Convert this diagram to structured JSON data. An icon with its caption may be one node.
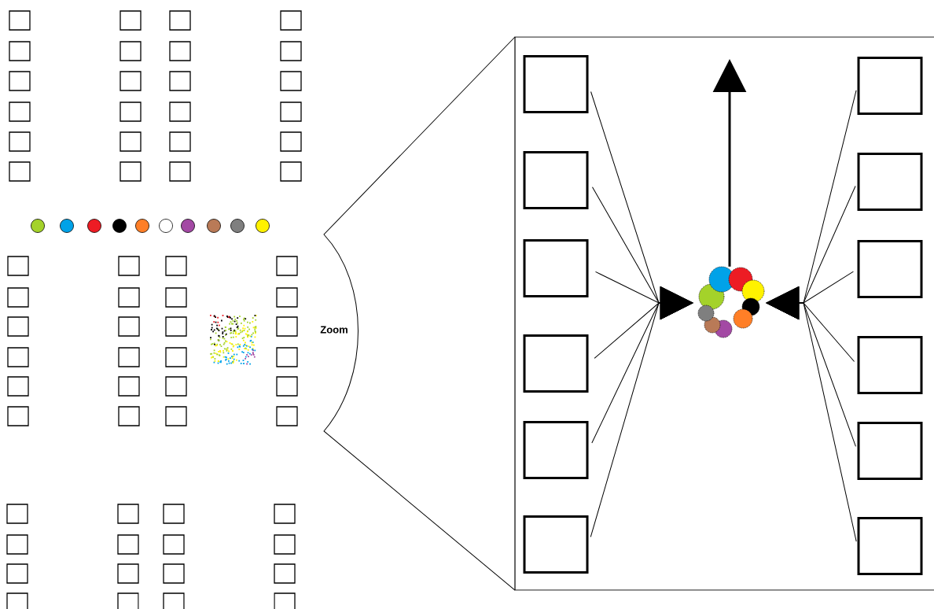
{
  "diagram": {
    "nodes": [
      {
        "text": [],
        "shape": "box"
      },
      {
        "text": [],
        "shape": "box"
      },
      {
        "text": [],
        "shape": "box"
      },
      {
        "text": [],
        "shape": "box"
      },
      {
        "text": [],
        "shape": "box"
      },
      {
        "text": [],
        "shape": "box"
      },
      {
        "text": [],
        "shape": "picture"
      },
      {
        "text": [],
        "shape": "box"
      },
      {
        "text": [],
        "shape": "box"
      },
      {
        "text": [],
        "shape": "box"
      },
      {
        "text": [],
        "shape": "box"
      },
      {
        "text": [],
        "shape": "box"
      },
      {
        "text": [],
        "shape": "box"
      }
    ],
    "edges": [
      {
        "from": 0,
        "to": 6,
        "arrow": "to"
      },
      {
        "from": 1,
        "to": 6,
        "arrow": "to"
      },
      {
        "from": 2,
        "to": 6,
        "arrow": "to"
      },
      {
        "from": 3,
        "to": 6,
        "arrow": "to"
      },
      {
        "from": 4,
        "to": 6,
        "arrow": "to"
      },
      {
        "from": 5,
        "to": 6,
        "arrow": "to"
      },
      {
        "from": 7,
        "to": 6,
        "arrow": "to"
      },
      {
        "from": 8,
        "to": 6,
        "arrow": "to"
      },
      {
        "from": 9,
        "to": 6,
        "arrow": "to"
      },
      {
        "from": 10,
        "to": 6,
        "arrow": "to"
      },
      {
        "from": 11,
        "to": 6,
        "arrow": "to"
      },
      {
        "from": 12,
        "to": 6,
        "arrow": "to"
      },
      {
        "from": 6,
        "to": null,
        "arrow": "to",
        "style": "thick"
      }
    ],
    "labels": [
      "Zoom"
    ]
  }
}
